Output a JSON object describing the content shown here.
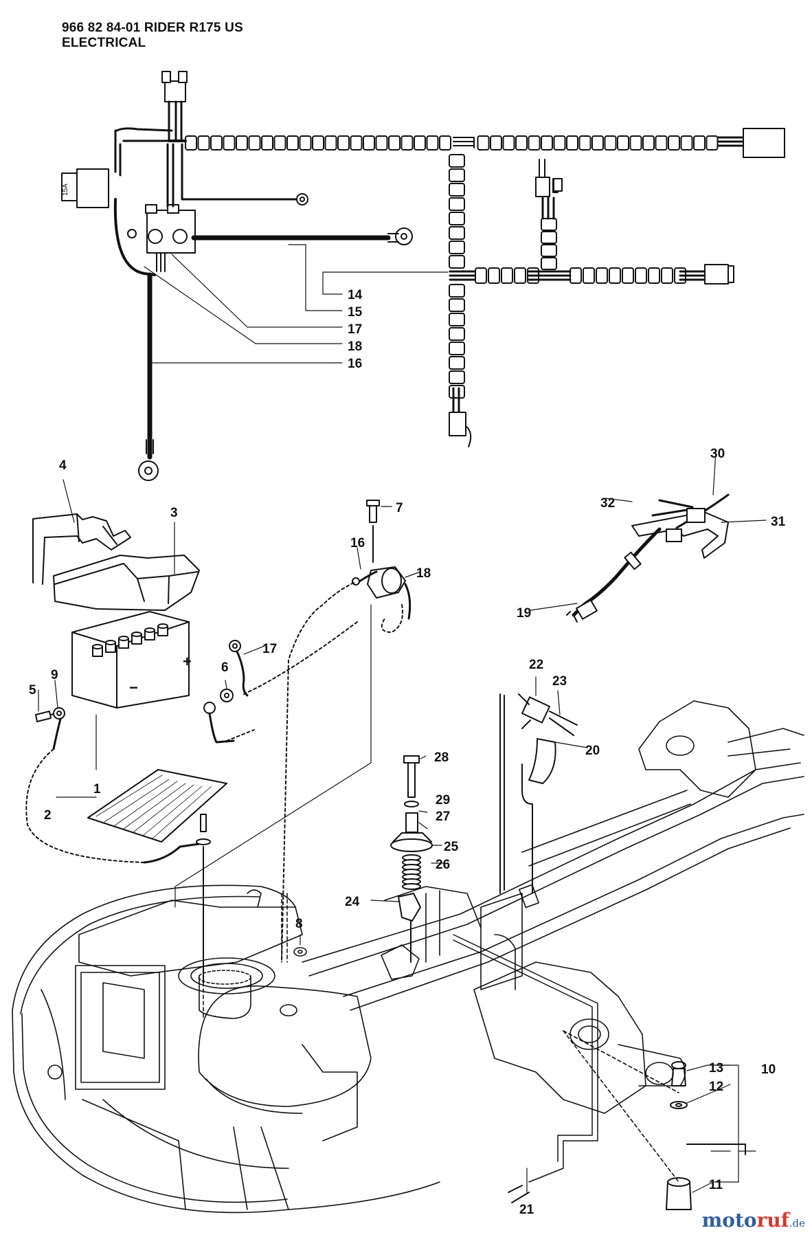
{
  "header": {
    "line1": "966 82 84-01 RIDER R175 US",
    "line2": "ELECTRICAL"
  },
  "callouts": [
    "1",
    "2",
    "3",
    "4",
    "5",
    "6",
    "7",
    "8",
    "9",
    "10",
    "11",
    "12",
    "13",
    "14",
    "15",
    "16",
    "16",
    "17",
    "17",
    "18",
    "18",
    "19",
    "20",
    "21",
    "22",
    "23",
    "24",
    "25",
    "26",
    "27",
    "28",
    "29",
    "30",
    "31",
    "32"
  ],
  "watermark": {
    "brand_a": "moto",
    "brand_b": "ruf",
    "suffix": ".de"
  },
  "colors": {
    "line": "#111111",
    "brand_blue": "#2f5f9e",
    "brand_red": "#d23a2a"
  }
}
